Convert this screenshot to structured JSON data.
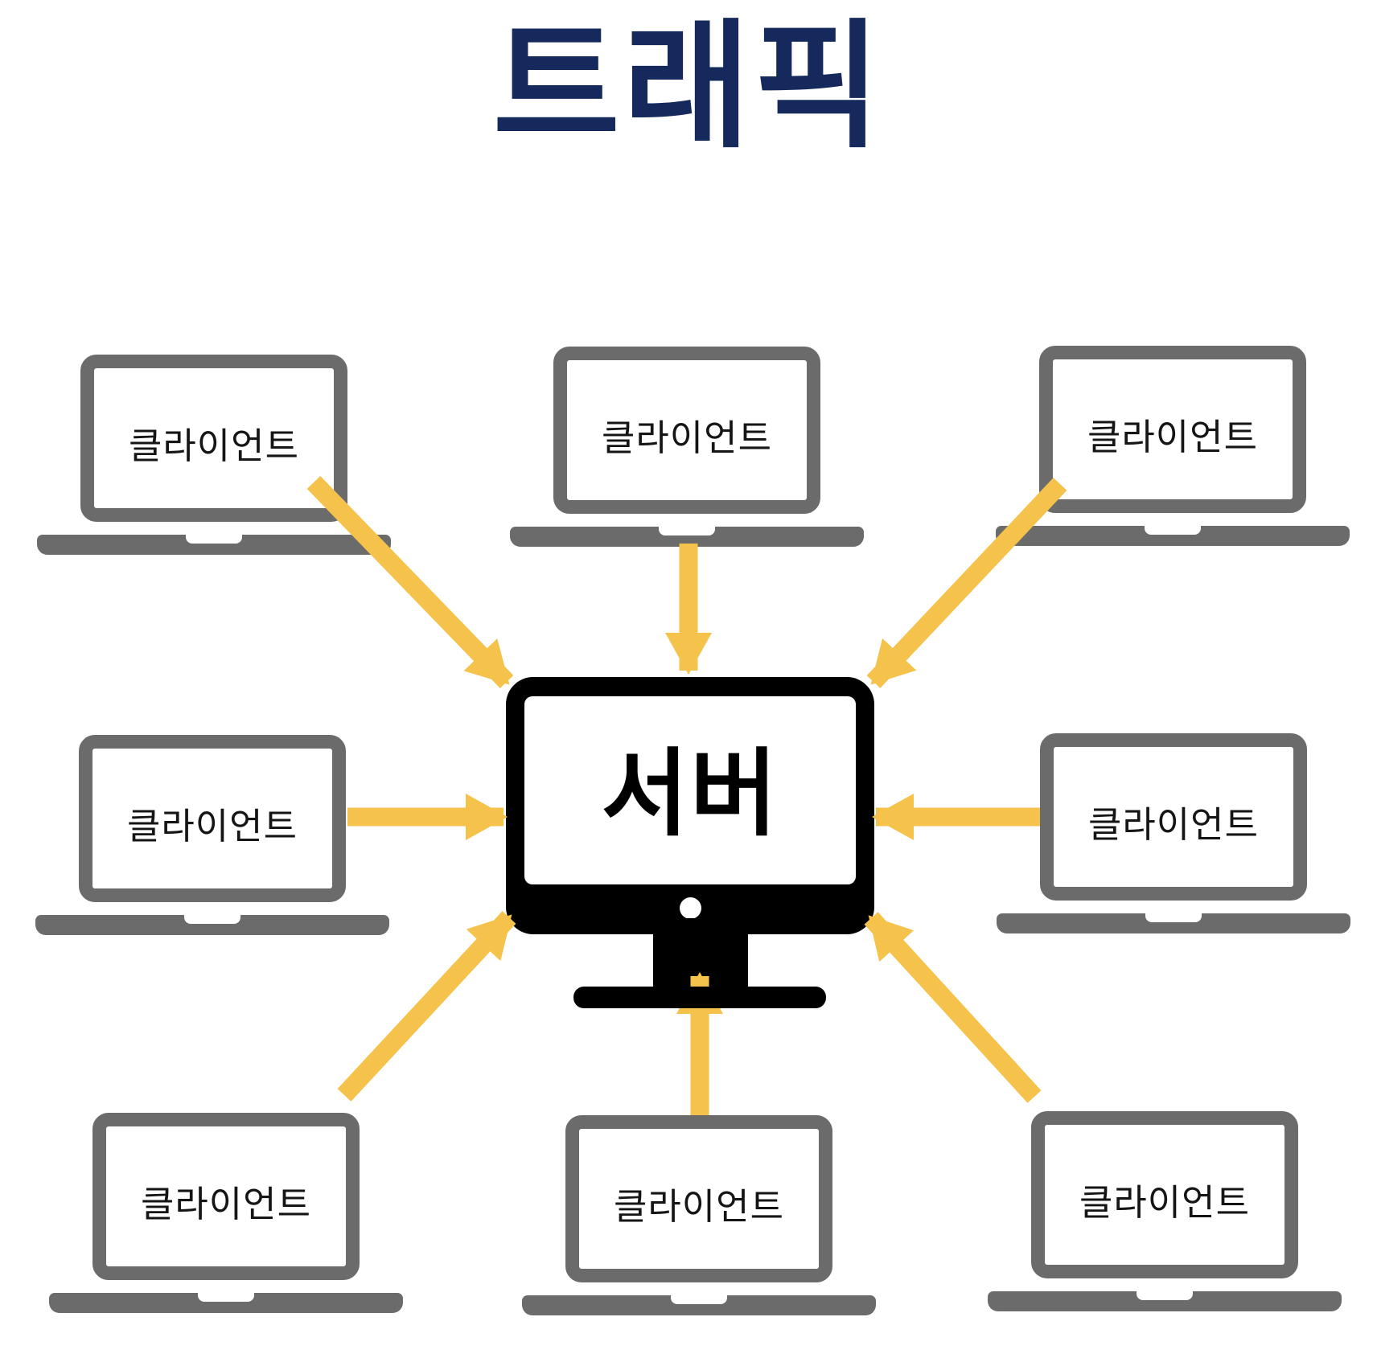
{
  "title": {
    "label": "트래픽"
  },
  "server": {
    "label": "서버",
    "icon": "desktop-monitor-icon"
  },
  "clients": [
    {
      "id": "top-left",
      "label": "클라이언트",
      "icon": "laptop-icon"
    },
    {
      "id": "top-center",
      "label": "클라이언트",
      "icon": "laptop-icon"
    },
    {
      "id": "top-right",
      "label": "클라이언트",
      "icon": "laptop-icon"
    },
    {
      "id": "middle-left",
      "label": "클라이언트",
      "icon": "laptop-icon"
    },
    {
      "id": "middle-right",
      "label": "클라이언트",
      "icon": "laptop-icon"
    },
    {
      "id": "bottom-left",
      "label": "클라이언트",
      "icon": "laptop-icon"
    },
    {
      "id": "bottom-center",
      "label": "클라이언트",
      "icon": "laptop-icon"
    },
    {
      "id": "bottom-right",
      "label": "클라이언트",
      "icon": "laptop-icon"
    }
  ],
  "arrows": {
    "count": 8,
    "direction": "clients-to-server",
    "icon": "arrow-icon"
  },
  "colors": {
    "title": "#15295c",
    "laptop": "#6b6b6b",
    "arrow": "#f5c24c",
    "server": "#000000",
    "label_text": "#151515",
    "background": "#ffffff"
  }
}
